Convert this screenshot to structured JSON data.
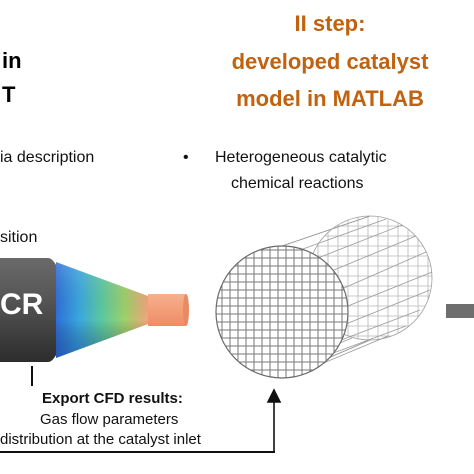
{
  "left_panel": {
    "title_line1": "in",
    "title_line2": "T",
    "item1": "ia description",
    "item2": "sition",
    "reactor_label": "CR"
  },
  "step": {
    "line1": "II step:",
    "line2": "developed catalyst",
    "line3": "model in MATLAB"
  },
  "bullets": [
    {
      "marker": "•",
      "line1": "Heterogeneous catalytic",
      "line2": "chemical reactions"
    }
  ],
  "export": {
    "heading": "Export CFD results:",
    "line1": "Gas flow parameters",
    "line2": "distribution at the catalyst inlet"
  },
  "colors": {
    "step_title": "#c0620f",
    "reactor_body": "#4a4a4a",
    "outlet_pipe": "#f4a07a",
    "grid_lines": "#8a8a8a",
    "arrow": "#6e6e6e"
  }
}
